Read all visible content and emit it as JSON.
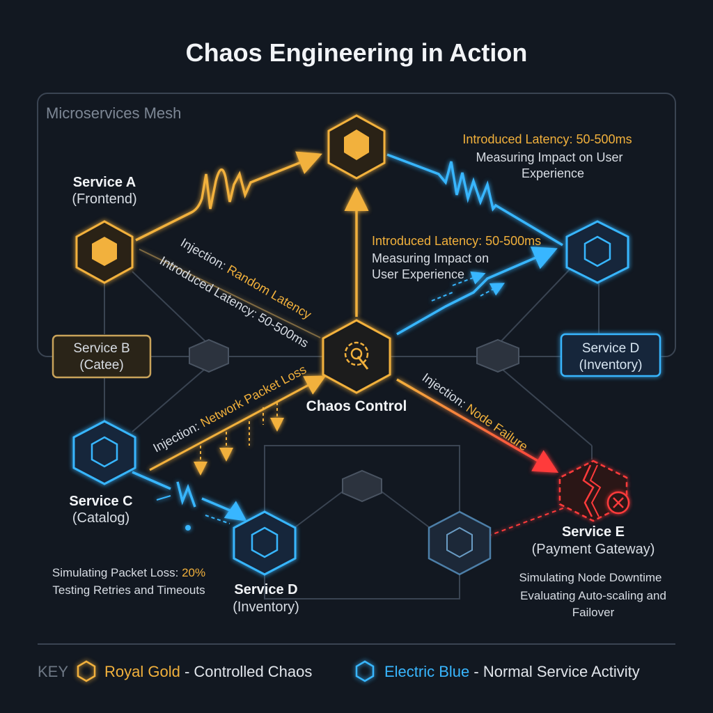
{
  "title": "Chaos Engineering in Action",
  "mesh_label": "Microservices Mesh",
  "colors": {
    "background": "#121821",
    "gold": "#f2b13c",
    "blue": "#38b6ff",
    "red": "#ff3b3b",
    "muted": "#8a94a3",
    "node_dark": "#3a4250"
  },
  "nodes": {
    "service_a": {
      "name": "Service A",
      "role": "(Frontend)"
    },
    "service_b": {
      "name": "Service B",
      "role": "(Catee)"
    },
    "service_c": {
      "name": "Service C",
      "role": "(Catalog)"
    },
    "service_d_top": {
      "name": "Service D",
      "role": "(Inventory)"
    },
    "service_d_bottom": {
      "name": "Service D",
      "role": "(Inventory)"
    },
    "service_e": {
      "name": "Service E",
      "role": "(Payment Gateway)"
    },
    "chaos_control": {
      "name": "Chaos Control"
    }
  },
  "annotations": {
    "top_right_latency": "Introduced Latency: 50-500ms",
    "top_right_impact_1": "Measuring Impact on User",
    "top_right_impact_2": "Experience",
    "mid_latency": "Introduced Latency: 50-500ms",
    "mid_impact_1": "Measuring Impact on",
    "mid_impact_2": "User Experience",
    "inj_latency_prefix": "Injection: ",
    "inj_latency_value": "Random Latency",
    "inj_latency_sub": "Introduced Latency: 50-500ms",
    "inj_packet_prefix": "Injection: ",
    "inj_packet_value": "Network Packet Loss",
    "inj_node_prefix": "Injection: ",
    "inj_node_value": "Node Failure",
    "packet_loss_prefix": "Simulating Packet Loss: ",
    "packet_loss_value": "20%",
    "packet_loss_sub": "Testing Retries and Timeouts",
    "downtime_1": "Simulating Node Downtime",
    "downtime_2": "Evaluating Auto-scaling and",
    "downtime_3": "Failover"
  },
  "legend": {
    "key_label": "KEY",
    "gold_name": "Royal Gold",
    "gold_desc": " - Controlled Chaos",
    "blue_name": "Electric Blue",
    "blue_desc": " - Normal Service Activity"
  }
}
